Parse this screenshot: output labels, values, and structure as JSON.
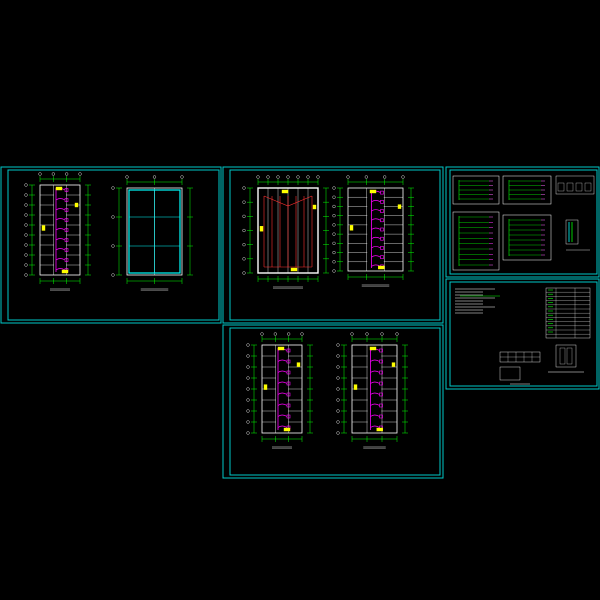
{
  "sheets": [
    {
      "id": "sheet-1",
      "kind": "plan-pair"
    },
    {
      "id": "sheet-2",
      "kind": "plan-pair"
    },
    {
      "id": "sheet-3",
      "kind": "plan-pair"
    },
    {
      "id": "sheet-4",
      "kind": "system-diagrams"
    },
    {
      "id": "sheet-5",
      "kind": "notes-and-legend"
    }
  ],
  "colors": {
    "background": "#000000",
    "frame": "#00c8c8",
    "grid": "#00ff00",
    "wall": "#ffffff",
    "wiring": "#ff00ff",
    "circuit": "#ff3030",
    "fixture": "#ffff00",
    "room_outline": "#00ffff"
  }
}
